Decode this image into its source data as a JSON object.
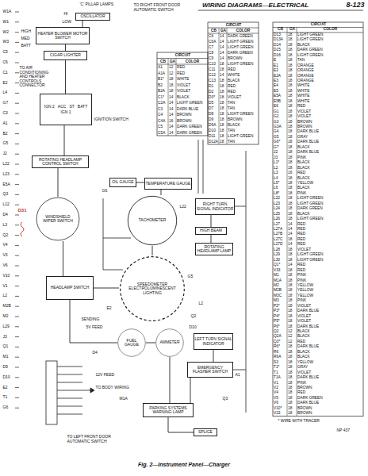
{
  "diagram": {
    "title": "WIRING DIAGRAMS—ELECTRICAL",
    "caption": "Fig. 2—Instrument Panel—Charger",
    "nodes": [
      {
        "text": [
          "OSCILLATOR"
        ]
      },
      {
        "text": [
          "HEATER BLOWER MOTOR SWITCH"
        ]
      },
      {
        "text": [
          "CIGAR LIGHTER"
        ]
      },
      {
        "text": [
          "IGN 2",
          "ACC",
          "ST",
          "BATT",
          "IGN 1"
        ]
      },
      {
        "text": [
          "ROTATING HEADLAMP CONTROL SWITCH"
        ]
      },
      {
        "text": [
          "WINDSHIELD WIPER SWITCH"
        ]
      },
      {
        "text": [
          "HEADLAMP SWITCH"
        ]
      },
      {
        "text": [
          "OIL GAUGE"
        ]
      },
      {
        "text": [
          "TEMPERATURE GAUGE"
        ]
      },
      {
        "text": [
          "TACHOMETER"
        ]
      },
      {
        "text": [
          "RIGHT TURN SIGNAL INDICATOR"
        ]
      },
      {
        "text": [
          "HIGH BEAM"
        ]
      },
      {
        "text": [
          "ROTATING HEADLAMP LAMP"
        ]
      },
      {
        "text": [
          "SPEEDOMETER",
          "ELECTROLUMINESCENT LIGHTING"
        ]
      },
      {
        "text": [
          "FUEL GAUGE"
        ]
      },
      {
        "text": [
          "AMMETER"
        ]
      },
      {
        "text": [
          "LEFT TURN SIGNAL INDICATOR"
        ]
      },
      {
        "text": [
          "EMERGENCY FLASHER SWITCH"
        ]
      },
      {
        "text": [
          "PARKING SYSTEMS WARNING LAMP"
        ]
      },
      {
        "text": [
          "SPLICE"
        ]
      }
    ],
    "edges": [
      {
        "from": 0,
        "to": 1,
        "arrow": "none"
      },
      {
        "from": 1,
        "to": 2,
        "arrow": "none"
      },
      {
        "from": 2,
        "to": 3,
        "arrow": "none"
      },
      {
        "from": 3,
        "to": 4,
        "arrow": "none"
      },
      {
        "from": 4,
        "to": 5,
        "arrow": "none"
      },
      {
        "from": 5,
        "to": 6,
        "arrow": "none"
      },
      {
        "from": 7,
        "to": 8,
        "arrow": "none"
      },
      {
        "from": 8,
        "to": 9,
        "arrow": "none"
      },
      {
        "from": 9,
        "to": 13,
        "arrow": "none"
      },
      {
        "from": 10,
        "to": 11,
        "arrow": "none"
      },
      {
        "from": 11,
        "to": 12,
        "arrow": "none"
      },
      {
        "from": 13,
        "to": 6,
        "arrow": "none"
      },
      {
        "from": 6,
        "to": 14,
        "arrow": "none"
      },
      {
        "from": 14,
        "to": 15,
        "arrow": "none"
      },
      {
        "from": 15,
        "to": 18,
        "arrow": "none"
      },
      {
        "from": 16,
        "to": 17,
        "arrow": "none"
      },
      {
        "from": 17,
        "to": 18,
        "arrow": "none"
      },
      {
        "from": 18,
        "to": 19,
        "arrow": "none"
      }
    ],
    "labels": [
      "8-123",
      "'C' PILLAR LAMPS",
      "TO RIGHT FRONT DOOR AUTOMATIC SWITCH",
      "HI",
      "LOW",
      "HIGH",
      "MED",
      "BATT",
      "TO AIR CONDITIONING AND HEATER CONTROLS CONNECTOR",
      "IGNITION SWITCH",
      "D31",
      "SENDING",
      "5V FEED",
      "12V FEED",
      "TO BODY WIRING",
      "TO LEFT FRONT DOOR AUTOMATIC SWITCH",
      "G6",
      "L22",
      "G5",
      "E2",
      "D4",
      "D10",
      "Q2",
      "L2",
      "M1A",
      "Q3",
      "A1",
      "W1A",
      "W1",
      "W2",
      "W3",
      "C5",
      "C6",
      "C1",
      "E2",
      "L4",
      "G7",
      "C3",
      "A1",
      "B2",
      "G5",
      "J2",
      "L22",
      "L23",
      "E5A",
      "Q3",
      "L12",
      "D4",
      "L3",
      "Q2",
      "V4",
      "V3",
      "V6",
      "V10",
      "V1",
      "L2",
      "M2B",
      "M2",
      "L29",
      "J3",
      "Q1",
      "M1",
      "D9",
      "D10",
      "E2",
      "T1",
      "G6",
      "CIRCUIT",
      "CB",
      "GA",
      "COLOR",
      "A1",
      "12",
      "RED",
      "A1A",
      "12",
      "RED",
      "B1*",
      "18",
      "WHITE",
      "B2",
      "18",
      "VIOLET",
      "B2A",
      "18",
      "VIOLET",
      "C1*",
      "14",
      "BLACK",
      "C2A",
      "14",
      "LIGHT GREEN",
      "C3",
      "14",
      "DARK BLUE",
      "C4",
      "14",
      "BROWN",
      "C4A",
      "16",
      "BROWN",
      "C5",
      "14",
      "DARK GREEN",
      "C5A",
      "14",
      "DARK GREEN",
      "CIRCUIT",
      "CB",
      "GA",
      "COLOR",
      "C6",
      "14",
      "DARK GREEN",
      "C6A",
      "14",
      "LIGHT GREEN",
      "C7",
      "14",
      "LIGHT GREEN",
      "C8",
      "14",
      "DARK GREEN",
      "C9",
      "14",
      "BROWN",
      "C10",
      "18",
      "LIGHT GREEN",
      "C11",
      "18",
      "RED",
      "C12",
      "14",
      "WHITE",
      "C13",
      "18",
      "BLACK",
      "D1",
      "18",
      "RED",
      "D2",
      "18",
      "RED",
      "D3*",
      "18",
      "VIOLET",
      "D5",
      "18",
      "TAN",
      "D7",
      "18",
      "TAN",
      "D8",
      "18",
      "LIGHT GREEN",
      "D9",
      "18",
      "BROWN",
      "D9A",
      "18",
      "BLACK",
      "D10",
      "18",
      "TAN",
      "D11",
      "18",
      "LIGHT GREEN",
      "D12A",
      "18",
      "TAN",
      "CIRCUIT",
      "CB",
      "GA",
      "COLOR",
      "D13",
      "18",
      "LIGHT GREEN",
      "D13A",
      "18",
      "LIGHT GREEN",
      "D14",
      "18",
      "BLACK",
      "D15",
      "18",
      "DARK GREEN",
      "D16",
      "18",
      "LIGHT GREEN",
      "E",
      "18",
      "TAN",
      "E1",
      "18",
      "ORANGE",
      "E2",
      "18",
      "ORANGE",
      "E2A",
      "18",
      "ORANGE",
      "E3",
      "18",
      "ORANGE",
      "E4",
      "18",
      "WHITE",
      "E5",
      "18",
      "WHITE",
      "E5A",
      "18",
      "WHITE",
      "E5B",
      "18",
      "WHITE",
      "E6",
      "18",
      "RED",
      "G1",
      "18",
      "VIOLET",
      "G2",
      "18",
      "VIOLET",
      "G3",
      "18",
      "BROWN",
      "G3A",
      "18",
      "BROWN",
      "G4",
      "18",
      "DARK BLUE",
      "G5",
      "18",
      "GRAY",
      "G6*",
      "18",
      "DARK BLUE",
      "G7",
      "18",
      "BLACK",
      "J2",
      "18",
      "DARK BLUE",
      "J3",
      "18",
      "PINK",
      "L1*",
      "18",
      "BLACK",
      "L2",
      "18",
      "BLACK",
      "L3",
      "16",
      "RED",
      "L4",
      "18",
      "BLACK",
      "L5*",
      "18",
      "YELLOW",
      "L6",
      "18",
      "BLACK",
      "L8*",
      "18",
      "PINK",
      "L22",
      "18",
      "LIGHT GREEN",
      "L23",
      "18",
      "LIGHT GREEN",
      "L24",
      "18",
      "DARK GREEN",
      "L25",
      "18",
      "BLACK",
      "L26",
      "18",
      "LIGHT GREEN",
      "L27",
      "14",
      "RED",
      "L27A",
      "14",
      "RED",
      "L27B",
      "14",
      "RED",
      "L27C",
      "18",
      "RED",
      "L27D",
      "14",
      "RED",
      "L28",
      "18",
      "VIOLET",
      "L29",
      "18",
      "LIGHT GREEN",
      "L30",
      "18",
      "LIGHT GREEN",
      "Q1*",
      "14",
      "RED",
      "V33",
      "18",
      "RED",
      "M1",
      "18",
      "PINK",
      "M1A",
      "18",
      "PINK",
      "M2",
      "18",
      "YELLOW",
      "M2B",
      "18",
      "YELLOW",
      "M3C",
      "18",
      "YELLOW",
      "M3",
      "18",
      "PINK",
      "P2*",
      "18",
      "VIOLET",
      "P3*",
      "18",
      "DARK BLUE",
      "P4*",
      "18",
      "VIOLET",
      "P5*",
      "18",
      "VIOLET",
      "P6*",
      "18",
      "DARK BLUE",
      "Q2",
      "12",
      "BLACK",
      "Q2A",
      "12",
      "BLACK",
      "Q3*",
      "12",
      "RED",
      "R6*",
      "18",
      "DARK BLUE",
      "R6",
      "18",
      "BLACK",
      "R6A",
      "18",
      "BLACK",
      "S3",
      "18",
      "YELLOW",
      "T1*",
      "18",
      "GRAY",
      "T1",
      "18",
      "VIOLET",
      "T1A",
      "18",
      "DARK BLUE",
      "V1",
      "18",
      "PINK",
      "V2",
      "18",
      "BROWN",
      "V4",
      "18",
      "RED",
      "V5",
      "18",
      "DARK GREEN",
      "V6",
      "18",
      "DARK BLUE",
      "V10*",
      "18",
      "BROWN",
      "V23",
      "18",
      "BROWN",
      "* WIRE WITH TRACER",
      "NP 437"
    ]
  }
}
